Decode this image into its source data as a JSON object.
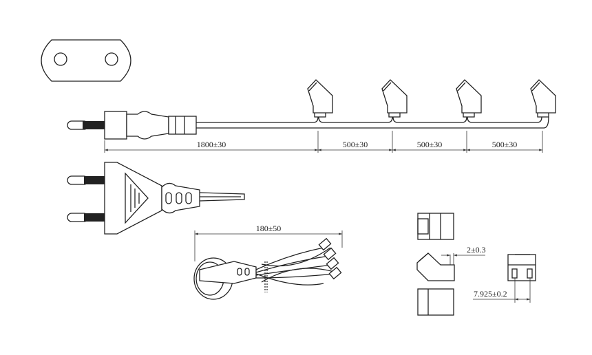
{
  "dimensions": {
    "cable_length": "1800±30",
    "spacing_1": "500±30",
    "spacing_2": "500±30",
    "spacing_3": "500±30",
    "bundle_length": "180±50",
    "offset": "2±0.3",
    "pin_pitch": "7.925±0.2"
  },
  "colors": {
    "line": "#222222",
    "background": "#ffffff"
  }
}
